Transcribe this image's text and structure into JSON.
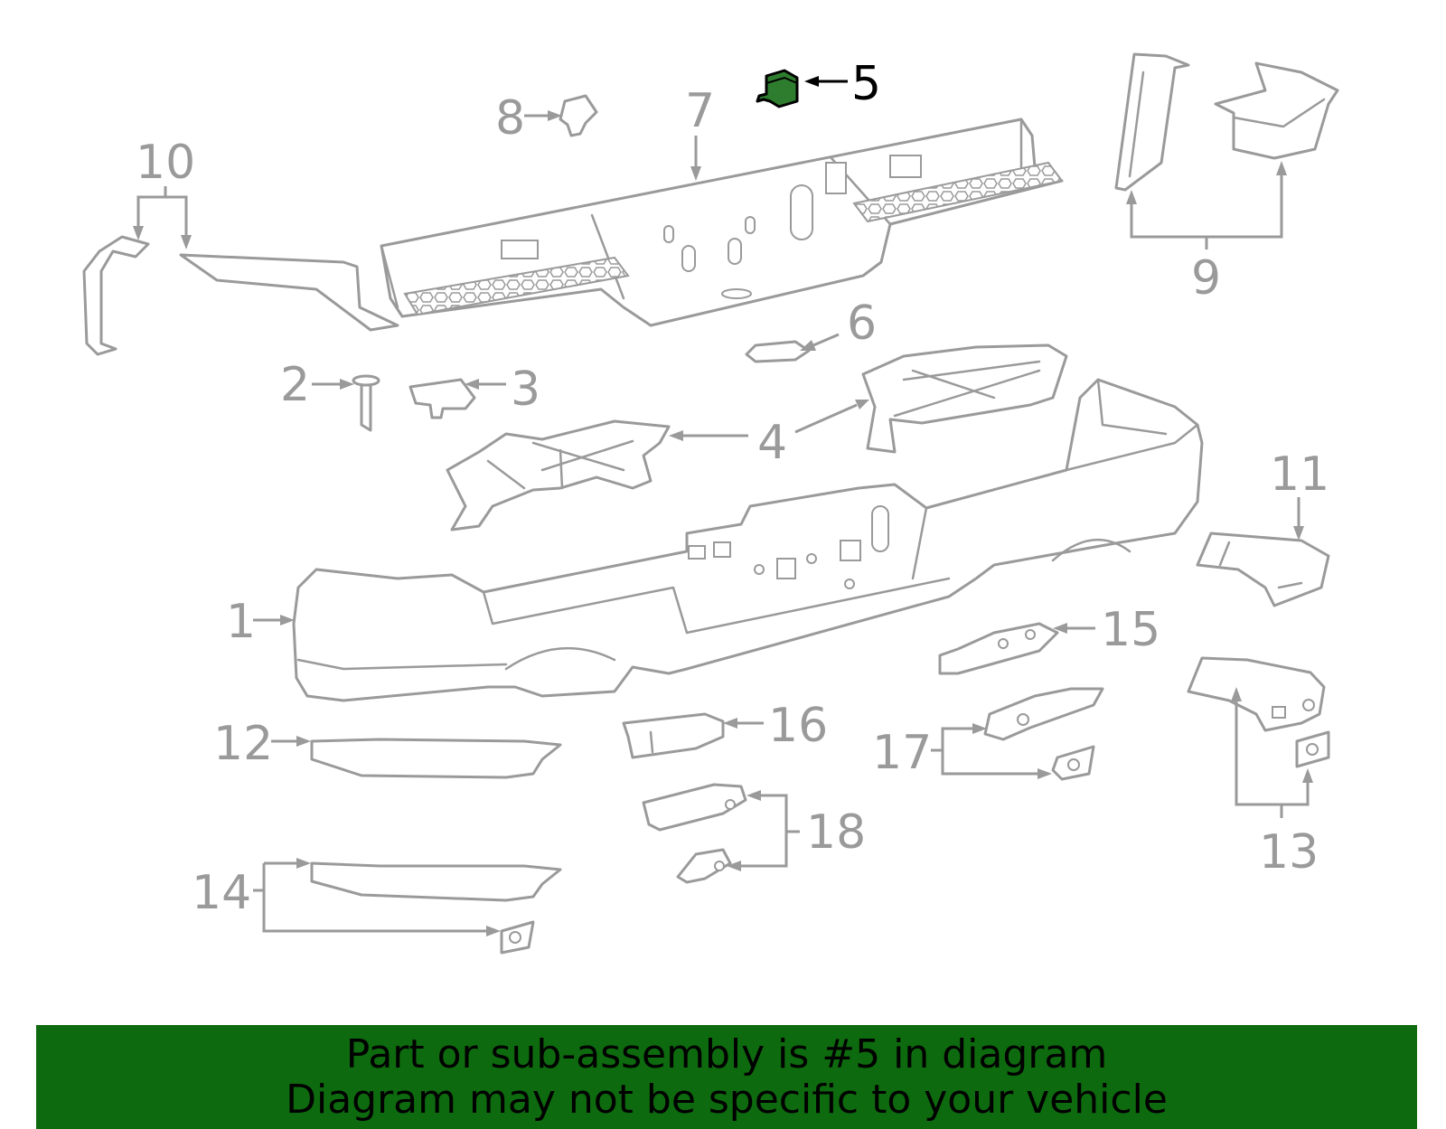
{
  "diagram": {
    "highlight_color": "#2e7d2e",
    "highlighted_part": "5",
    "callouts": [
      {
        "id": "c1",
        "label": "1"
      },
      {
        "id": "c2",
        "label": "2"
      },
      {
        "id": "c3",
        "label": "3"
      },
      {
        "id": "c4",
        "label": "4"
      },
      {
        "id": "c5",
        "label": "5"
      },
      {
        "id": "c6",
        "label": "6"
      },
      {
        "id": "c7",
        "label": "7"
      },
      {
        "id": "c8",
        "label": "8"
      },
      {
        "id": "c9",
        "label": "9"
      },
      {
        "id": "c10",
        "label": "10"
      },
      {
        "id": "c11",
        "label": "11"
      },
      {
        "id": "c12",
        "label": "12"
      },
      {
        "id": "c13",
        "label": "13"
      },
      {
        "id": "c14",
        "label": "14"
      },
      {
        "id": "c15",
        "label": "15"
      },
      {
        "id": "c16",
        "label": "16"
      },
      {
        "id": "c17",
        "label": "17"
      },
      {
        "id": "c18",
        "label": "18"
      }
    ]
  },
  "banner": {
    "background": "#0e6a0e",
    "line1": "Part or sub-assembly is #5 in diagram",
    "line2": "Diagram may not be specific to your vehicle"
  }
}
